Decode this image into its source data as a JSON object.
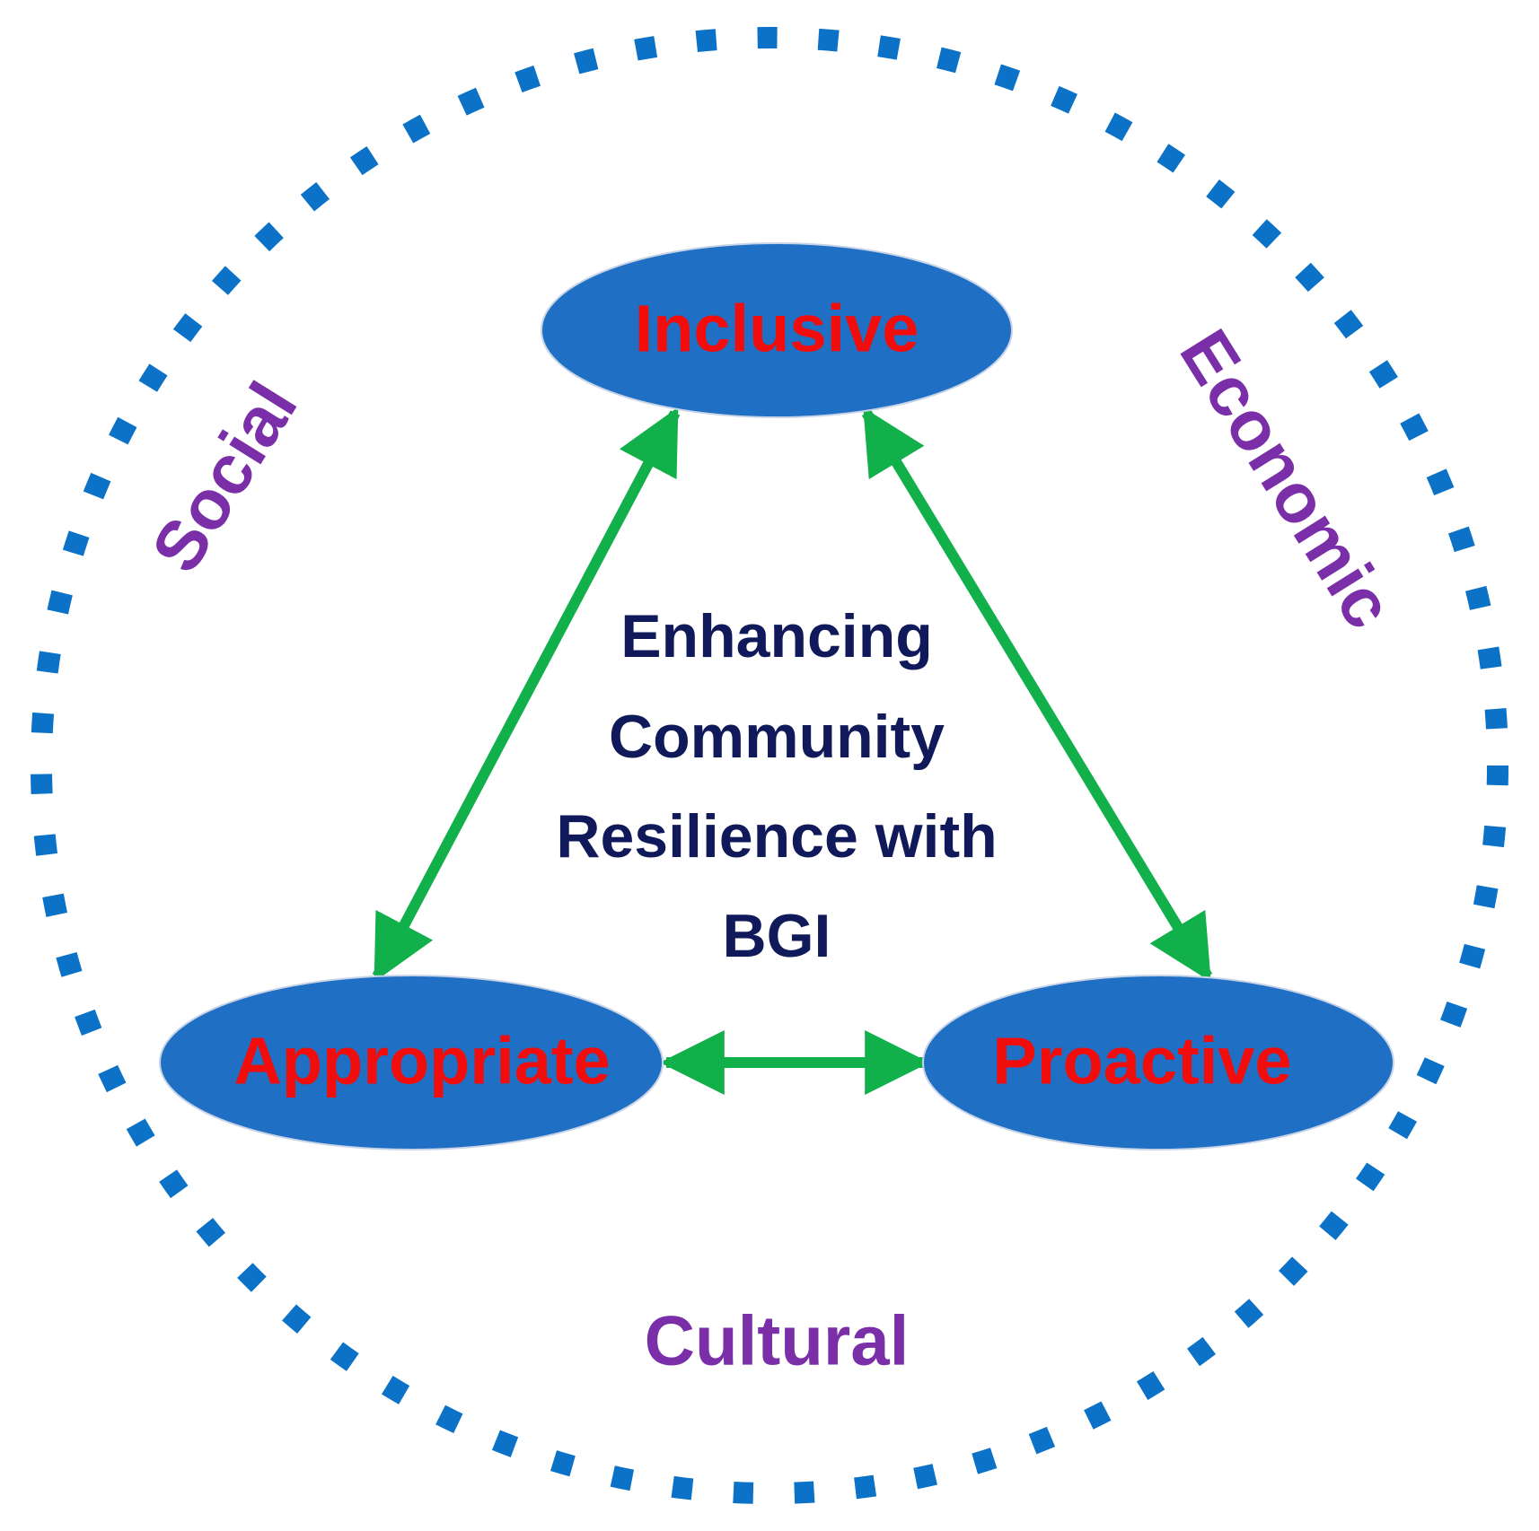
{
  "colors": {
    "dots": "#0B72C8",
    "node_fill": "#1F6FC4",
    "node_text": "#F20D0D",
    "arrows": "#11B04A",
    "side_text": "#7A2EA8",
    "center_text": "#101A5A"
  },
  "nodes": {
    "inclusive": "Inclusive",
    "appropriate": "Appropriate",
    "proactive": "Proactive"
  },
  "dimensions": {
    "social": "Social",
    "economic": "Economic",
    "cultural": "Cultural"
  },
  "center": {
    "line1": "Enhancing",
    "line2": "Community",
    "line3": "Resilience with",
    "line4": "BGI"
  },
  "connections": [
    {
      "from": "Inclusive",
      "to": "Appropriate",
      "bidirectional": true
    },
    {
      "from": "Inclusive",
      "to": "Proactive",
      "bidirectional": true
    },
    {
      "from": "Appropriate",
      "to": "Proactive",
      "bidirectional": true
    }
  ]
}
